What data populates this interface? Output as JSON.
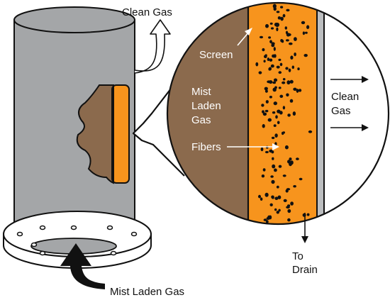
{
  "labels": {
    "clean_gas_top": "Clean Gas",
    "screen": "Screen",
    "mist_laden_gas_zoom": [
      "Mist",
      "Laden",
      "Gas"
    ],
    "fibers": "Fibers",
    "clean_gas_right": [
      "Clean",
      "Gas"
    ],
    "to_drain": [
      "To",
      "Drain"
    ],
    "mist_laden_gas_inlet": "Mist Laden Gas"
  },
  "colors": {
    "vessel": "#a4a6a8",
    "fiber_bed": "#f7941d",
    "mist_gas": "#8b6a4d",
    "outline": "#111111",
    "screen_strip": "#bcbec0"
  }
}
